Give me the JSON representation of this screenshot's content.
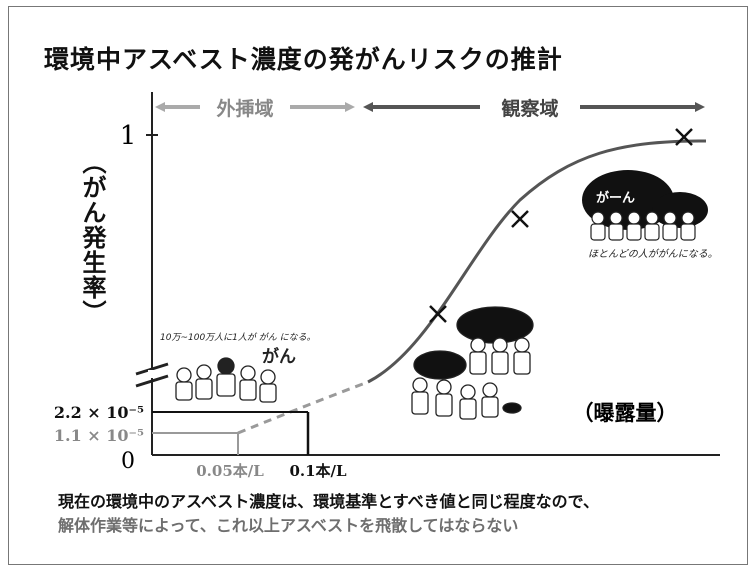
{
  "title": "環境中アスベスト濃度の発がんリスクの推計",
  "ylabel": "（がん発生率）",
  "xlabel": "（曝露量）",
  "band_labels": {
    "extrapolation": "外挿域",
    "observation": "観察域"
  },
  "y_ticks": {
    "one": "1",
    "zero": "0",
    "y22": "2.2 × 10⁻⁵",
    "y11": "1.1 × 10⁻⁵"
  },
  "x_ticks": {
    "x005": "0.05本/L",
    "x01": "0.1本/L"
  },
  "illustrations": {
    "left_caption": "10万~100万人に1人が がん になる。",
    "left_word": "がん",
    "right_caption": "ほとんどの人ががんになる。",
    "right_word": "がーん"
  },
  "footer": {
    "line1": "現在の環境中のアスベスト濃度は、環境基準とすべき値と同じ程度なので、",
    "line2": "解体作業等によって、これ以上アスベストを飛散してはならない"
  },
  "colors": {
    "observed": "#555555",
    "extrapolated": "#9a9a9a",
    "text": "#111111"
  }
}
